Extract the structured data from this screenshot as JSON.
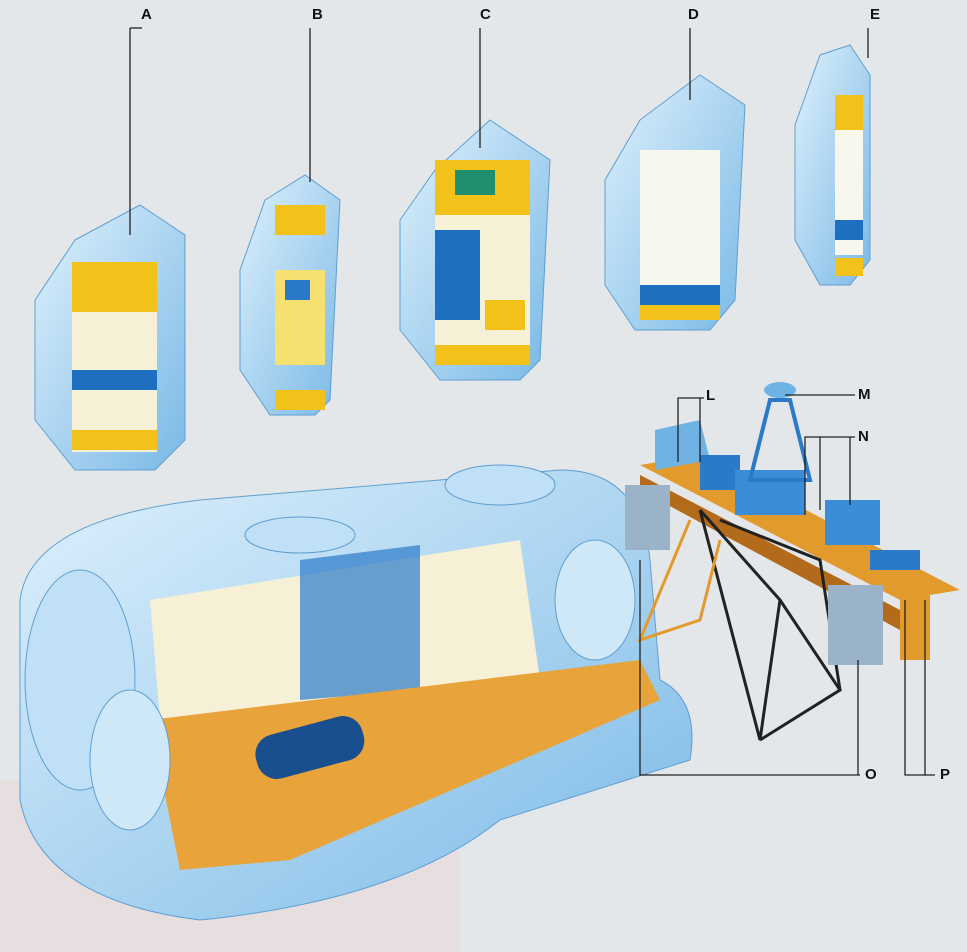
{
  "labels": {
    "A": "A",
    "B": "B",
    "C": "C",
    "D": "D",
    "E": "E",
    "L": "L",
    "M": "M",
    "N": "N",
    "O": "O",
    "P": "P"
  },
  "colors": {
    "background": "#e4e7ea",
    "module_blue": "#9ccdf0",
    "rack_yellow": "#f3c21a",
    "rack_blue": "#1f6fc0",
    "floor_orange": "#e8a33a",
    "truss_orange": "#e39a2c"
  }
}
